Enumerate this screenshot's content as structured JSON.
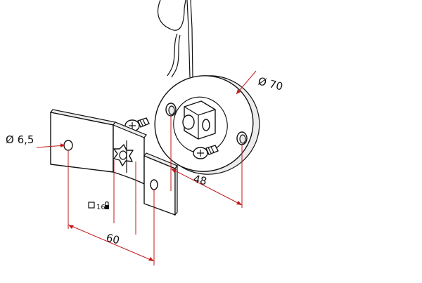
{
  "dimensions": {
    "hole_diameter": "Ø 6,5",
    "flange_diameter": "Ø 70",
    "hole_spacing_flange": "48",
    "hole_spacing_bracket": "60",
    "square_drive": "16"
  },
  "colors": {
    "dimension_line": "#c21a1a",
    "outline": "#111111",
    "background": "#ffffff"
  },
  "icons": {
    "square_symbol": "square-outline",
    "lock_symbol": "padlock"
  }
}
